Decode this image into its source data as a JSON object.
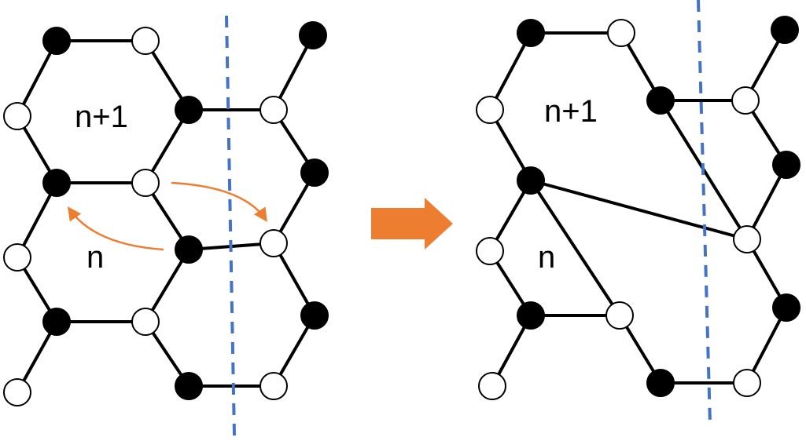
{
  "labels": {
    "left_upper_ring": "n+1",
    "left_lower_ring": "n",
    "right_upper_ring": "n+1",
    "right_lower_ring": "n"
  },
  "colors": {
    "bond": "#000000",
    "atom_filled": "#000000",
    "atom_open": "#ffffff",
    "atom_outline": "#000000",
    "dashed_line": "#4472C4",
    "curved_arrows": "#ED7D31",
    "transition_arrow": "#ED7D31"
  }
}
